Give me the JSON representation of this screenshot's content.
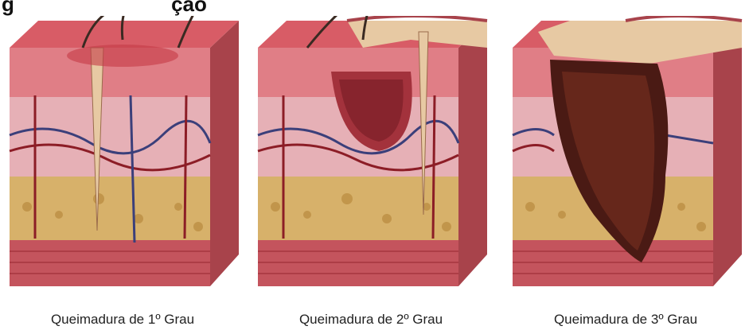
{
  "figure": {
    "title_fragment": "g",
    "title_fragment_2": "ção",
    "panels": [
      {
        "caption": "Queimadura de 1º Grau"
      },
      {
        "caption": "Queimadura de 2º Grau"
      },
      {
        "caption": "Queimadura de 3º Grau"
      }
    ]
  },
  "colors": {
    "epidermis": "#d9626a",
    "dermis": "#e8a9b0",
    "fat": "#d8b36a",
    "muscle": "#c6555d",
    "vessel_red": "#8c1d26",
    "vessel_blue": "#3b3f7a",
    "burn_dark": "#4a1a14",
    "burn_tan": "#e7c9a3"
  }
}
